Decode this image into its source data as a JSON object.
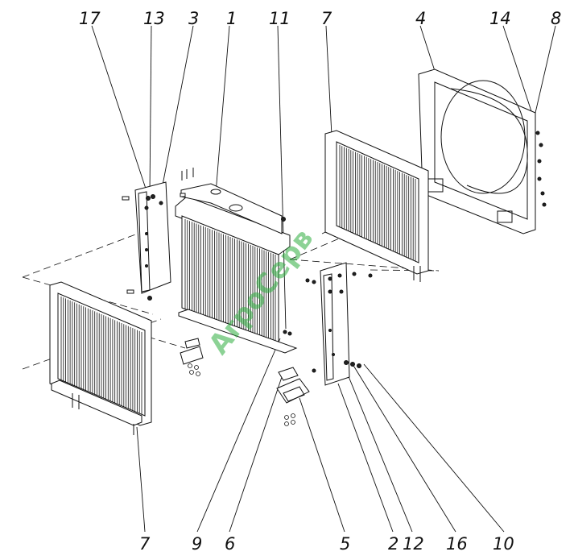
{
  "diagram": {
    "labels_top": [
      "17",
      "13",
      "3",
      "1",
      "11",
      "7",
      "4",
      "14",
      "8"
    ],
    "labels_bottom": [
      "7",
      "9",
      "6",
      "5",
      "2",
      "12",
      "16",
      "10"
    ]
  },
  "watermark": {
    "text": "АгроСерв",
    "color": "#2fae3f"
  },
  "colors": {
    "line": "#111111",
    "background": "#ffffff"
  }
}
